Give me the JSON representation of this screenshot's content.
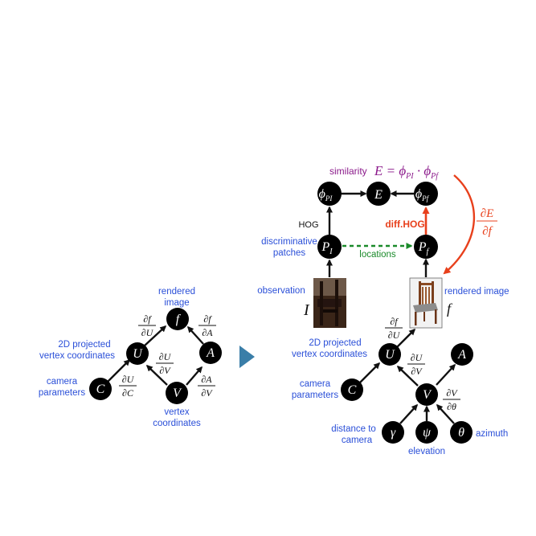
{
  "left": {
    "labels": {
      "rendered_image": [
        "rendered",
        "image"
      ],
      "projected": [
        "2D projected",
        "vertex coordinates"
      ],
      "camera": [
        "camera",
        "parameters"
      ],
      "vertex": [
        "vertex",
        "coordinates"
      ]
    },
    "nodes": {
      "f": "f",
      "U": "U",
      "A": "A",
      "C": "C",
      "V": "V"
    },
    "fracs": {
      "df_dU": [
        "∂f",
        "∂U"
      ],
      "df_dA": [
        "∂f",
        "∂A"
      ],
      "dU_dV": [
        "∂U",
        "∂V"
      ],
      "dU_dC": [
        "∂U",
        "∂C"
      ],
      "dA_dV": [
        "∂A",
        "∂V"
      ]
    }
  },
  "right": {
    "similarity_label": "similarity",
    "similarity_eq": "E = ϕ",
    "similarity_eq_full": [
      "E = ϕ",
      "PI",
      " · ϕ",
      "Pf"
    ],
    "nodes": {
      "phi_PI": [
        "ϕ",
        "PI"
      ],
      "E": "E",
      "phi_Pf": [
        "ϕ",
        "Pf"
      ],
      "PI": [
        "P",
        "I"
      ],
      "Pf": [
        "P",
        "f"
      ],
      "U": "U",
      "A": "A",
      "C": "C",
      "V": "V",
      "gamma": "γ",
      "psi": "ψ",
      "theta": "θ"
    },
    "labels": {
      "hog": "HOG",
      "diff_hog": "diff.HOG",
      "discriminative": [
        "discriminative",
        "patches"
      ],
      "locations": "locations",
      "observation": "observation",
      "obs_var": "I",
      "rendered_image": "rendered image",
      "rendered_var": "f",
      "projected": [
        "2D projected",
        "vertex coordinates"
      ],
      "camera": [
        "camera",
        "parameters"
      ],
      "distance": [
        "distance to",
        "camera"
      ],
      "elevation": "elevation",
      "azimuth": "azimuth"
    },
    "fracs": {
      "dE_df": [
        "∂E",
        "∂f"
      ],
      "df_dU": [
        "∂f",
        "∂U"
      ],
      "dU_dV": [
        "∂U",
        "∂V"
      ],
      "dV_dtheta": [
        "∂V",
        "∂θ"
      ]
    }
  },
  "colors": {
    "label_blue": "#2a4fd8",
    "similarity_purple": "#8b1a8b",
    "gradient_red": "#e8401c",
    "locations_green": "#1a8a2a",
    "arrow_teal": "#3a7ea8",
    "node_black": "#000000"
  }
}
